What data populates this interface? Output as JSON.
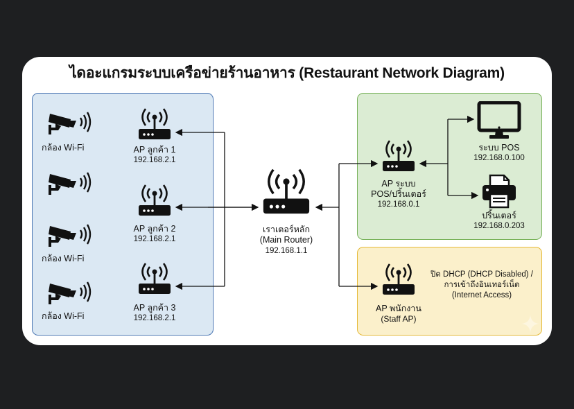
{
  "title": "ไดอะแกรมระบบเครือข่ายร้านอาหาร (Restaurant Network Diagram)",
  "guest_zone": {
    "color": "#dbe8f3",
    "border_color": "#4d78b4",
    "cameras": [
      {
        "label": "กล้อง Wi-Fi",
        "icon": "wifi-camera-icon"
      },
      {
        "label": "",
        "icon": "wifi-camera-icon"
      },
      {
        "label": "กล้อง Wi-Fi",
        "icon": "wifi-camera-icon"
      },
      {
        "label": "กล้อง Wi-Fi",
        "icon": "wifi-camera-icon"
      }
    ],
    "access_points": [
      {
        "label": "AP ลูกค้า 1",
        "ip": "192.168.2.1",
        "icon": "wireless-router-icon"
      },
      {
        "label": "AP ลูกค้า 2",
        "ip": "192.168.2.1",
        "icon": "wireless-router-icon"
      },
      {
        "label": "AP ลูกค้า 3",
        "ip": "192.168.2.1",
        "icon": "wireless-router-icon"
      }
    ]
  },
  "main_router": {
    "label": "เราเตอร์หลัก",
    "sublabel": "(Main Router)",
    "ip": "192.168.1.1",
    "icon": "wireless-router-icon"
  },
  "pos_zone": {
    "color": "#dbecd3",
    "border_color": "#78b25a",
    "access_point": {
      "label_line1": "AP ระบบ",
      "label_line2": "POS/ปริ้นเตอร์",
      "ip": "192.168.0.1",
      "icon": "wireless-router-icon"
    },
    "devices": [
      {
        "label": "ระบบ POS",
        "ip": "192.168.0.100",
        "icon": "monitor-icon"
      },
      {
        "label": "ปริ้นเตอร์",
        "ip": "192.168.0.203",
        "icon": "printer-icon"
      }
    ]
  },
  "staff_zone": {
    "color": "#fbf0cb",
    "border_color": "#e5b937",
    "access_point": {
      "label": "AP พนักงาน",
      "sublabel": "(Staff AP)",
      "icon": "wireless-router-icon"
    },
    "note": [
      "ปิด DHCP (DHCP Disabled) /",
      "การเข้าถึงอินเทอร์เน็ต",
      "(Internet Access)"
    ]
  }
}
